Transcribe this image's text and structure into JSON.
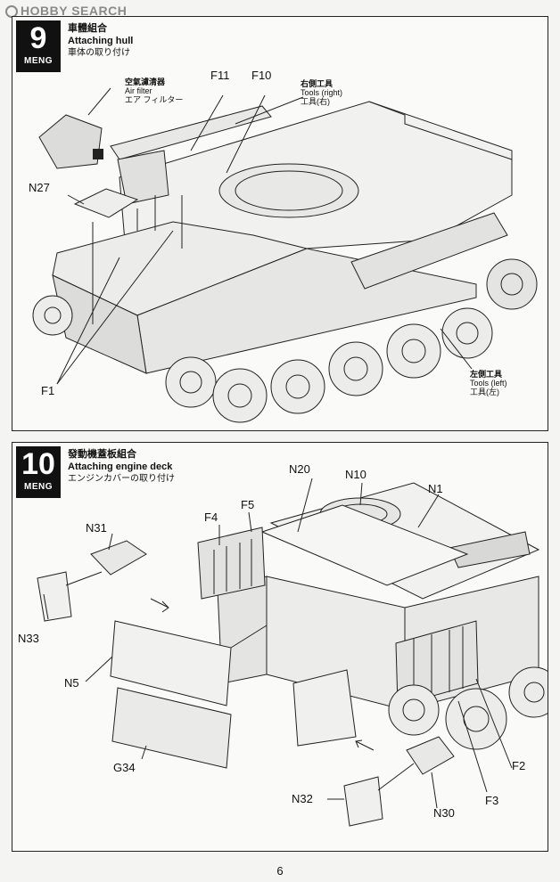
{
  "watermark": "HOBBY SEARCH",
  "page_number": "6",
  "steps": [
    {
      "number": "9",
      "brand": "MENG",
      "title_cn": "車體組合",
      "title_en": "Attaching hull",
      "title_jp": "車体の取り付け",
      "labels": {
        "f11": "F11",
        "f10": "F10",
        "n27": "N27",
        "f1": "F1"
      },
      "annotations": {
        "air_filter": [
          "空氣濾清器",
          "Air filter",
          "エア フィルター"
        ],
        "tools_right": [
          "右側工具",
          "Tools (right)",
          "工具(右)"
        ],
        "tools_left": [
          "左側工具",
          "Tools (left)",
          "工具(左)"
        ]
      }
    },
    {
      "number": "10",
      "brand": "MENG",
      "title_cn": "發動機蓋板組合",
      "title_en": "Attaching engine deck",
      "title_jp": "エンジンカバーの取り付け",
      "labels": {
        "n20": "N20",
        "n10": "N10",
        "n1": "N1",
        "f4": "F4",
        "f5": "F5",
        "n31": "N31",
        "n33": "N33",
        "n5": "N5",
        "g34": "G34",
        "n32": "N32",
        "n30": "N30",
        "f3": "F3",
        "f2": "F2"
      }
    }
  ]
}
